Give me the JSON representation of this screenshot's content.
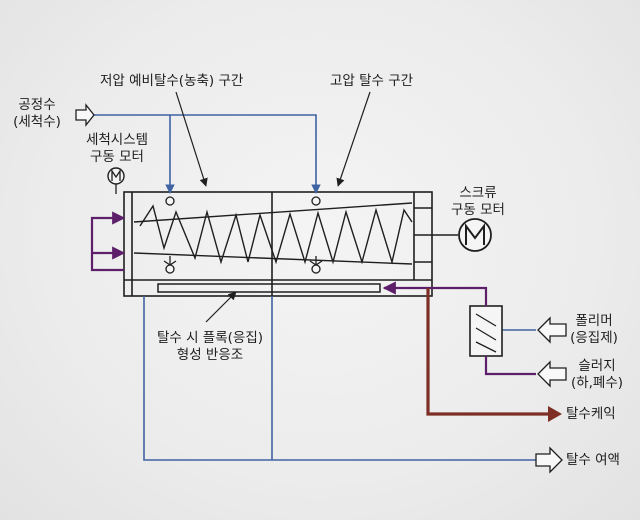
{
  "labels": {
    "process_water": [
      "공정수",
      "(세척수)"
    ],
    "cleaning_motor": [
      "세척시스템",
      "구동 모터"
    ],
    "low_pressure_zone": "저압 예비탈수(농축) 구간",
    "high_pressure_zone": "고압 탈수 구간",
    "screw_motor": [
      "스크류",
      "구동 모터"
    ],
    "floc_reactor": [
      "탈수 시 플록(응집)",
      "형성 반응조"
    ],
    "polymer": [
      "폴리머",
      "(응집제)"
    ],
    "sludge": [
      "슬러지",
      "(하,폐수)"
    ],
    "cake": "탈수케익",
    "filtrate": "탈수 여액"
  },
  "colors": {
    "frame": "#1f1f1f",
    "water_line": "#3f63a3",
    "sludge_line": "#5e1f6a",
    "cake_line": "#7d2f26"
  }
}
